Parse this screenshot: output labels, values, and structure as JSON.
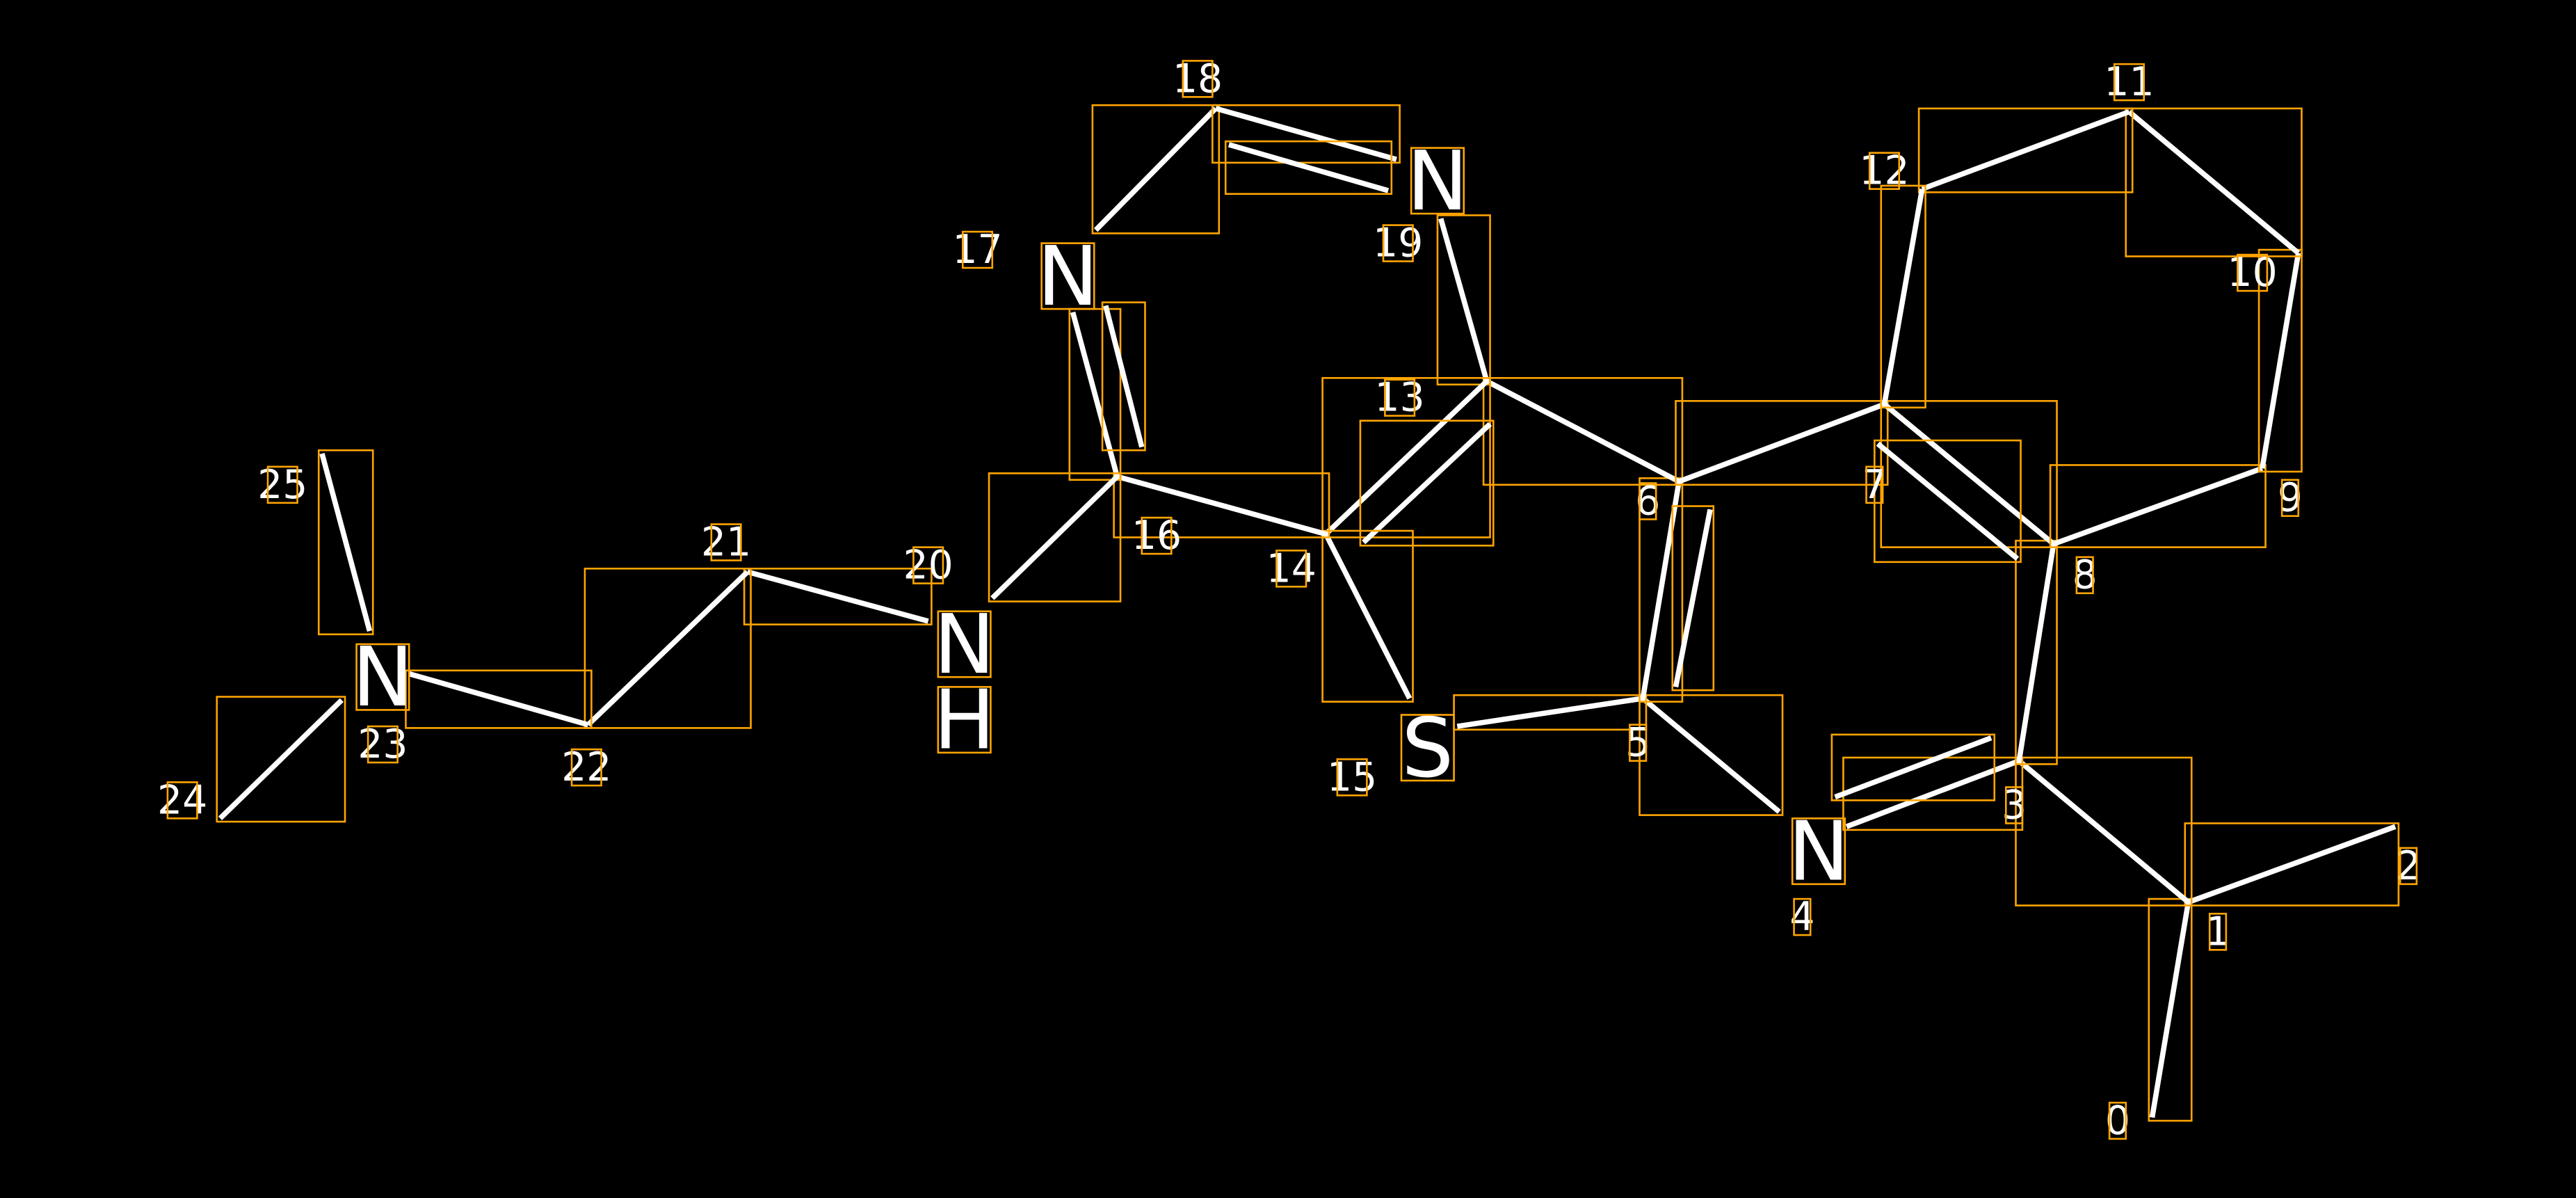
{
  "colors": {
    "background": "#000000",
    "bond": "#FFFFFF",
    "box": "#FFA500",
    "text": "#FFFFFF"
  },
  "atoms": [
    {
      "index": "0",
      "element": ""
    },
    {
      "index": "1",
      "element": ""
    },
    {
      "index": "2",
      "element": ""
    },
    {
      "index": "3",
      "element": ""
    },
    {
      "index": "4",
      "element": "N"
    },
    {
      "index": "5",
      "element": ""
    },
    {
      "index": "6",
      "element": ""
    },
    {
      "index": "7",
      "element": ""
    },
    {
      "index": "8",
      "element": ""
    },
    {
      "index": "9",
      "element": ""
    },
    {
      "index": "10",
      "element": ""
    },
    {
      "index": "11",
      "element": ""
    },
    {
      "index": "12",
      "element": ""
    },
    {
      "index": "13",
      "element": ""
    },
    {
      "index": "14",
      "element": ""
    },
    {
      "index": "15",
      "element": "S"
    },
    {
      "index": "16",
      "element": ""
    },
    {
      "index": "17",
      "element": "N"
    },
    {
      "index": "18",
      "element": ""
    },
    {
      "index": "19",
      "element": "N"
    },
    {
      "index": "20",
      "element": "N",
      "element_h": "H"
    },
    {
      "index": "21",
      "element": ""
    },
    {
      "index": "22",
      "element": ""
    },
    {
      "index": "23",
      "element": "N"
    },
    {
      "index": "24",
      "element": ""
    },
    {
      "index": "25",
      "element": ""
    }
  ],
  "bonds": [
    {
      "a": 0,
      "b": 1,
      "order": 1
    },
    {
      "a": 1,
      "b": 2,
      "order": 1
    },
    {
      "a": 1,
      "b": 3,
      "order": 1
    },
    {
      "a": 3,
      "b": 4,
      "order": 2
    },
    {
      "a": 3,
      "b": 8,
      "order": 1
    },
    {
      "a": 4,
      "b": 5,
      "order": 1
    },
    {
      "a": 5,
      "b": 15,
      "order": 1
    },
    {
      "a": 5,
      "b": 6,
      "order": 2
    },
    {
      "a": 6,
      "b": 13,
      "order": 1
    },
    {
      "a": 6,
      "b": 7,
      "order": 1
    },
    {
      "a": 7,
      "b": 8,
      "order": 2
    },
    {
      "a": 8,
      "b": 9,
      "order": 1
    },
    {
      "a": 9,
      "b": 10,
      "order": 1
    },
    {
      "a": 10,
      "b": 11,
      "order": 1
    },
    {
      "a": 11,
      "b": 12,
      "order": 1
    },
    {
      "a": 12,
      "b": 7,
      "order": 1
    },
    {
      "a": 13,
      "b": 19,
      "order": 1
    },
    {
      "a": 13,
      "b": 14,
      "order": 2
    },
    {
      "a": 14,
      "b": 15,
      "order": 1
    },
    {
      "a": 14,
      "b": 16,
      "order": 1
    },
    {
      "a": 16,
      "b": 17,
      "order": 2
    },
    {
      "a": 16,
      "b": 20,
      "order": 1
    },
    {
      "a": 17,
      "b": 18,
      "order": 1
    },
    {
      "a": 18,
      "b": 19,
      "order": 2
    },
    {
      "a": 20,
      "b": 21,
      "order": 1
    },
    {
      "a": 21,
      "b": 22,
      "order": 1
    },
    {
      "a": 22,
      "b": 23,
      "order": 1
    },
    {
      "a": 23,
      "b": 24,
      "order": 1
    },
    {
      "a": 23,
      "b": 25,
      "order": 1
    }
  ]
}
